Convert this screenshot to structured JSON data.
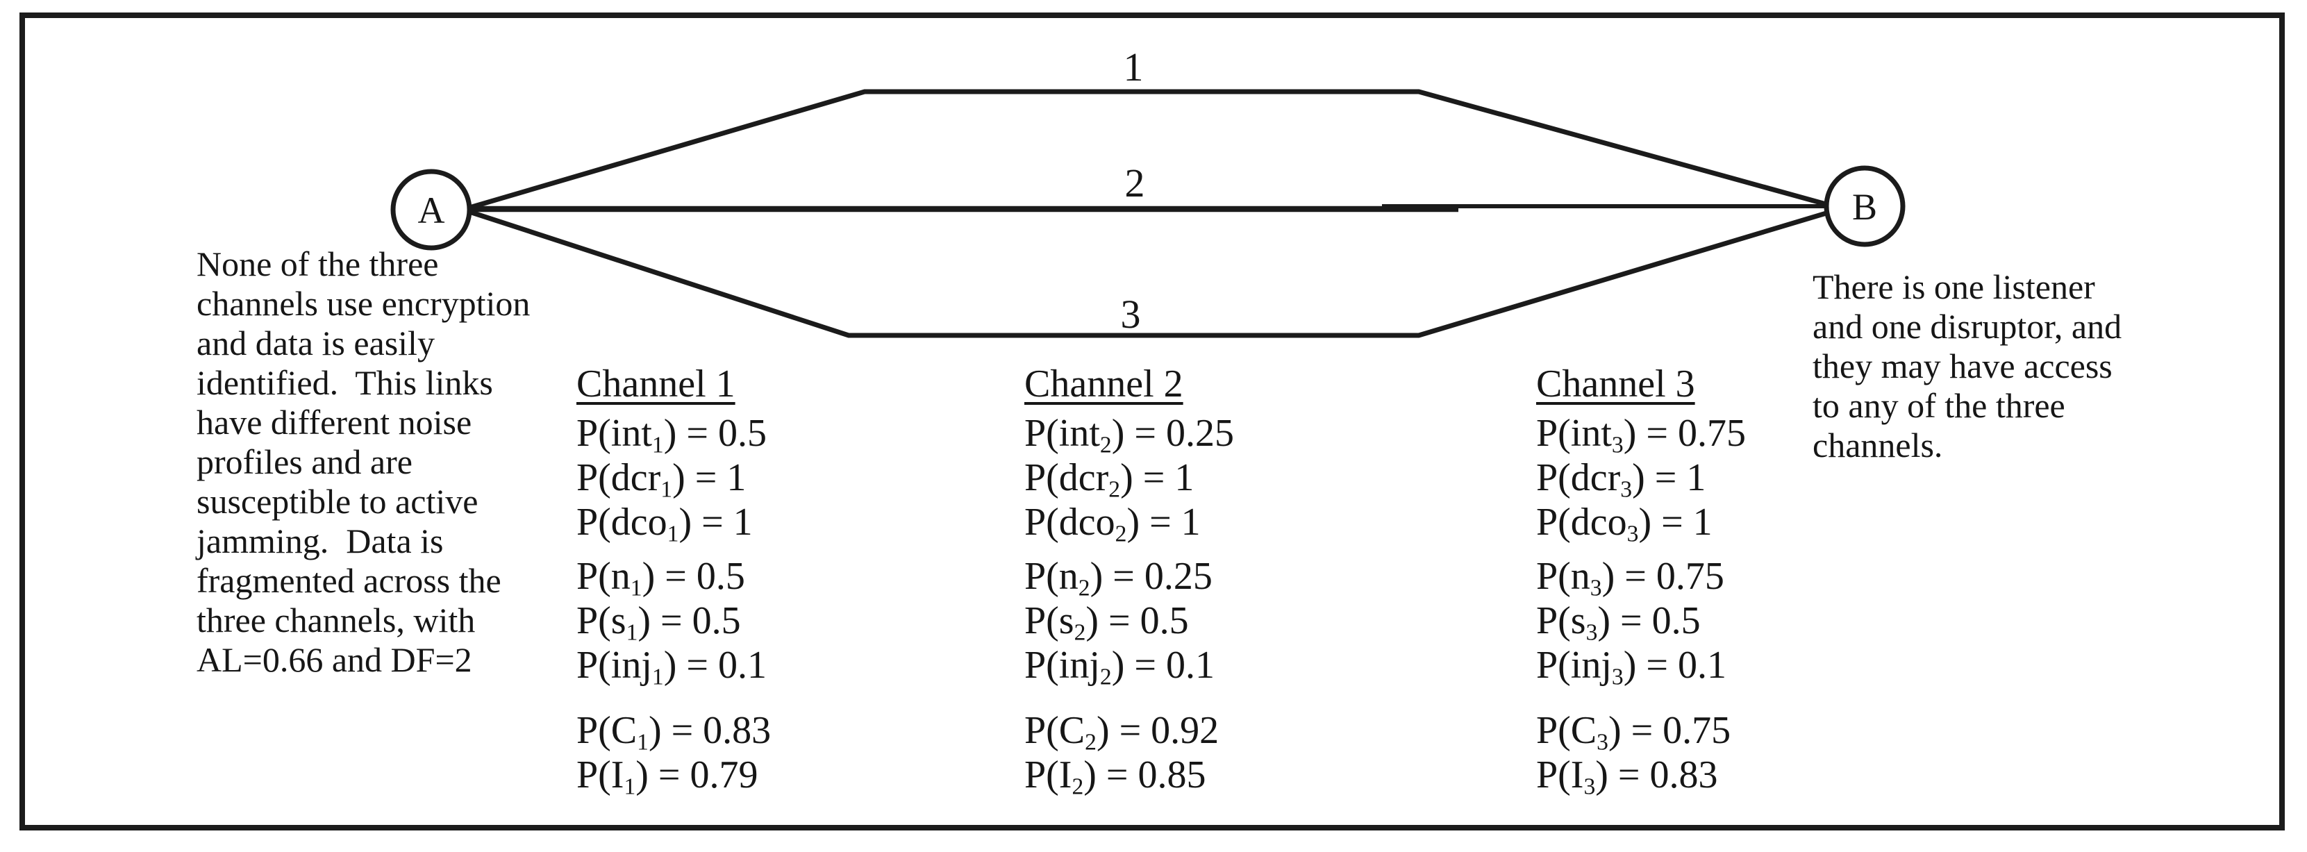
{
  "figure": {
    "nodes": {
      "a": "A",
      "b": "B"
    },
    "edge_labels": {
      "channel1": "1",
      "channel2": "2",
      "channel3": "3"
    },
    "colors": {
      "ink": "#1b1b1b",
      "background": "#ffffff"
    }
  },
  "left_note": {
    "lines": [
      "None of the three",
      "channels use encryption",
      "and data is easily",
      "identified.  This links",
      "have different noise",
      "profiles and are",
      "susceptible to active",
      "jamming.  Data is",
      "fragmented across the",
      "three channels, with",
      "AL=0.66 and DF=2"
    ]
  },
  "right_note": {
    "lines": [
      "There is one listener",
      "and one disruptor, and",
      "they may have access",
      "to any of the three",
      "channels."
    ]
  },
  "channels": [
    {
      "title": "Channel 1",
      "rows": [
        {
          "pre": "P(int",
          "sub": "1",
          "post": ") = 0.5"
        },
        {
          "pre": "P(dcr",
          "sub": "1",
          "post": ") = 1"
        },
        {
          "pre": "P(dco",
          "sub": "1",
          "post": ") = 1"
        },
        {
          "pre": "P(n",
          "sub": "1",
          "post": ") = 0.5"
        },
        {
          "pre": "P(s",
          "sub": "1",
          "post": ") = 0.5"
        },
        {
          "pre": "P(inj",
          "sub": "1",
          "post": ") = 0.1"
        },
        {
          "pre": "P(C",
          "sub": "1",
          "post": ") = 0.83"
        },
        {
          "pre": "P(I",
          "sub": "1",
          "post": ") = 0.79"
        }
      ]
    },
    {
      "title": "Channel 2",
      "rows": [
        {
          "pre": "P(int",
          "sub": "2",
          "post": ") = 0.25"
        },
        {
          "pre": "P(dcr",
          "sub": "2",
          "post": ") = 1"
        },
        {
          "pre": "P(dco",
          "sub": "2",
          "post": ") = 1"
        },
        {
          "pre": "P(n",
          "sub": "2",
          "post": ") = 0.25"
        },
        {
          "pre": "P(s",
          "sub": "2",
          "post": ") = 0.5"
        },
        {
          "pre": "P(inj",
          "sub": "2",
          "post": ") = 0.1"
        },
        {
          "pre": "P(C",
          "sub": "2",
          "post": ") = 0.92"
        },
        {
          "pre": "P(I",
          "sub": "2",
          "post": ") = 0.85"
        }
      ]
    },
    {
      "title": "Channel 3",
      "rows": [
        {
          "pre": "P(int",
          "sub": "3",
          "post": ") = 0.75"
        },
        {
          "pre": "P(dcr",
          "sub": "3",
          "post": ") = 1"
        },
        {
          "pre": "P(dco",
          "sub": "3",
          "post": ") = 1"
        },
        {
          "pre": "P(n",
          "sub": "3",
          "post": ") = 0.75"
        },
        {
          "pre": "P(s",
          "sub": "3",
          "post": ") = 0.5"
        },
        {
          "pre": "P(inj",
          "sub": "3",
          "post": ") = 0.1"
        },
        {
          "pre": "P(C",
          "sub": "3",
          "post": ") = 0.75"
        },
        {
          "pre": "P(I",
          "sub": "3",
          "post": ") = 0.83"
        }
      ]
    }
  ]
}
